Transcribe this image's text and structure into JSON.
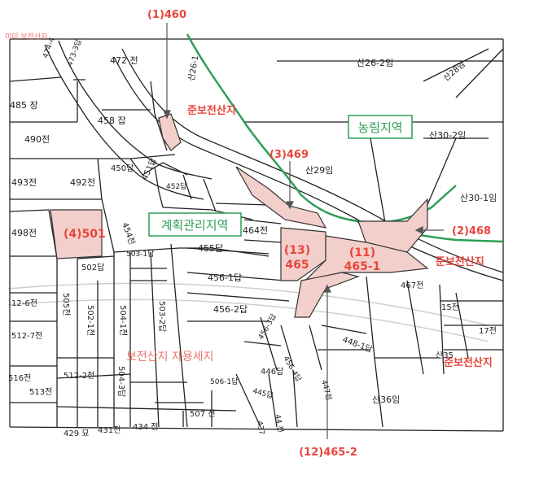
{
  "top_left_note": "미미 보전산지",
  "zones": {
    "nongrim": "농림지역",
    "planning": "계획관리지역",
    "conserve_a": "준보전산지",
    "conserve_b": "준보전산지",
    "conserve_c": "준보전산지",
    "faded_note": "보전산지 자용세지"
  },
  "callouts": {
    "c1": "(1)460",
    "c2": "(2)468",
    "c3": "(3)469",
    "c4": "(4)501",
    "c11a": "(11)",
    "c11b": "465-1",
    "c12": "(12)465-2",
    "c13a": "(13)",
    "c13b": "465"
  },
  "parcels": {
    "p472": "472 전",
    "p473": "473-3답",
    "p474": "474-4",
    "p485": "485 장",
    "p490": "490전",
    "p458": "458 잡",
    "p450": "450답",
    "p451": "451답",
    "p452": "452답",
    "p493": "493전",
    "p492": "492전",
    "p454": "454전",
    "p498": "498전",
    "p464": "464전",
    "p455": "455답",
    "p503": "503-1답",
    "p502": "502답",
    "p456_1": "456-1답",
    "p456_2": "456-2답",
    "p456_3": "456-3답",
    "p456_4": "456-4답",
    "p467": "467전",
    "p15": "15전",
    "p17": "17전",
    "p448": "448-1답",
    "p446": "446답",
    "p445": "445답",
    "p447": "447전",
    "p12_6": "12-6전",
    "p512_7": "512-7전",
    "p512_2": "512-2전",
    "p513": "513전",
    "p516": "516전",
    "p505": "505전",
    "p502_1": "502-1전",
    "p504_1": "504-1전",
    "p503_2": "503-2답",
    "p504_3": "504-3답",
    "p506": "506-1답",
    "p507": "507 전",
    "p434": "434 전",
    "p431": "431전",
    "p429": "429 묘",
    "p44": "44 전",
    "p437": "437",
    "s26": "산26-1",
    "s26_2": "산26-2임",
    "s28": "산28임",
    "s29": "산29임",
    "s30_2": "산30-2임",
    "s30_1": "산30-1임",
    "s35": "산35",
    "s36": "산36임"
  },
  "colors": {
    "highlight_fill": "#f3cfcc",
    "callout_red": "#e8453c",
    "zone_green": "#2e9e57",
    "parcel_line": "#222222"
  }
}
